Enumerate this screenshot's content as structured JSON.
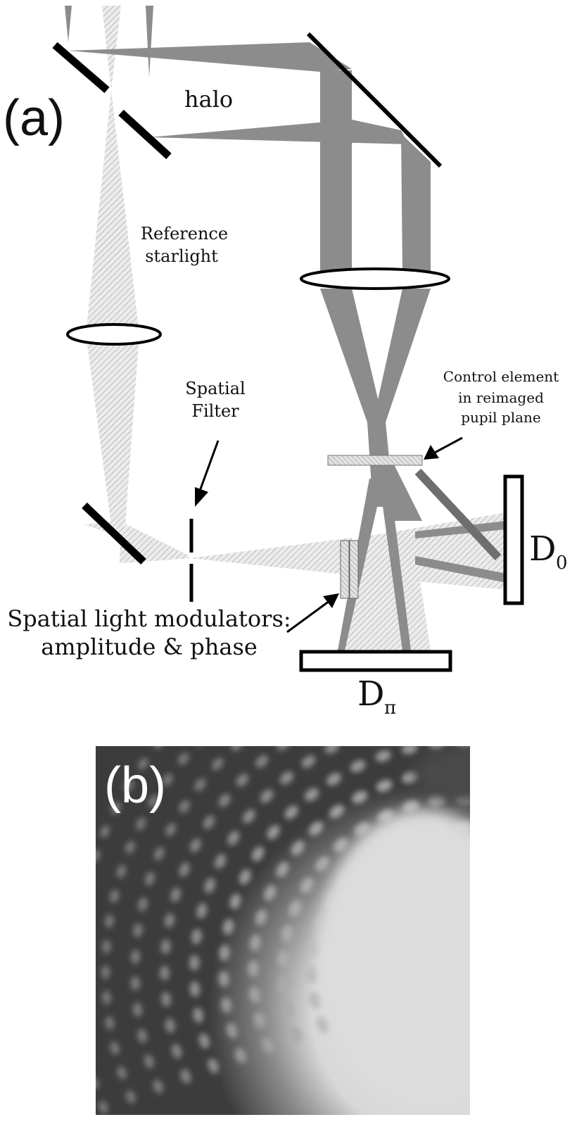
{
  "panel_a": {
    "label": "(a)",
    "halo_label": "halo",
    "reference_label_1": "Reference",
    "reference_label_2": "starlight",
    "spatial_filter_1": "Spatial",
    "spatial_filter_2": "Filter",
    "control_1": "Control element",
    "control_2": "in reimaged",
    "control_3": "pupil plane",
    "slm_1": "Spatial light modulators:",
    "slm_2": "amplitude & phase",
    "detector_0_main": "D",
    "detector_0_sub": "0",
    "detector_pi_main": "D",
    "detector_pi_sub": "π"
  },
  "panel_b": {
    "label": "(b)"
  },
  "colors": {
    "beam_gray": "#8c8c8c",
    "hatch_gray": "#b8b8b8",
    "ink": "#000000",
    "image_dark": "#3a3a3a",
    "image_bright": "#dedede"
  }
}
